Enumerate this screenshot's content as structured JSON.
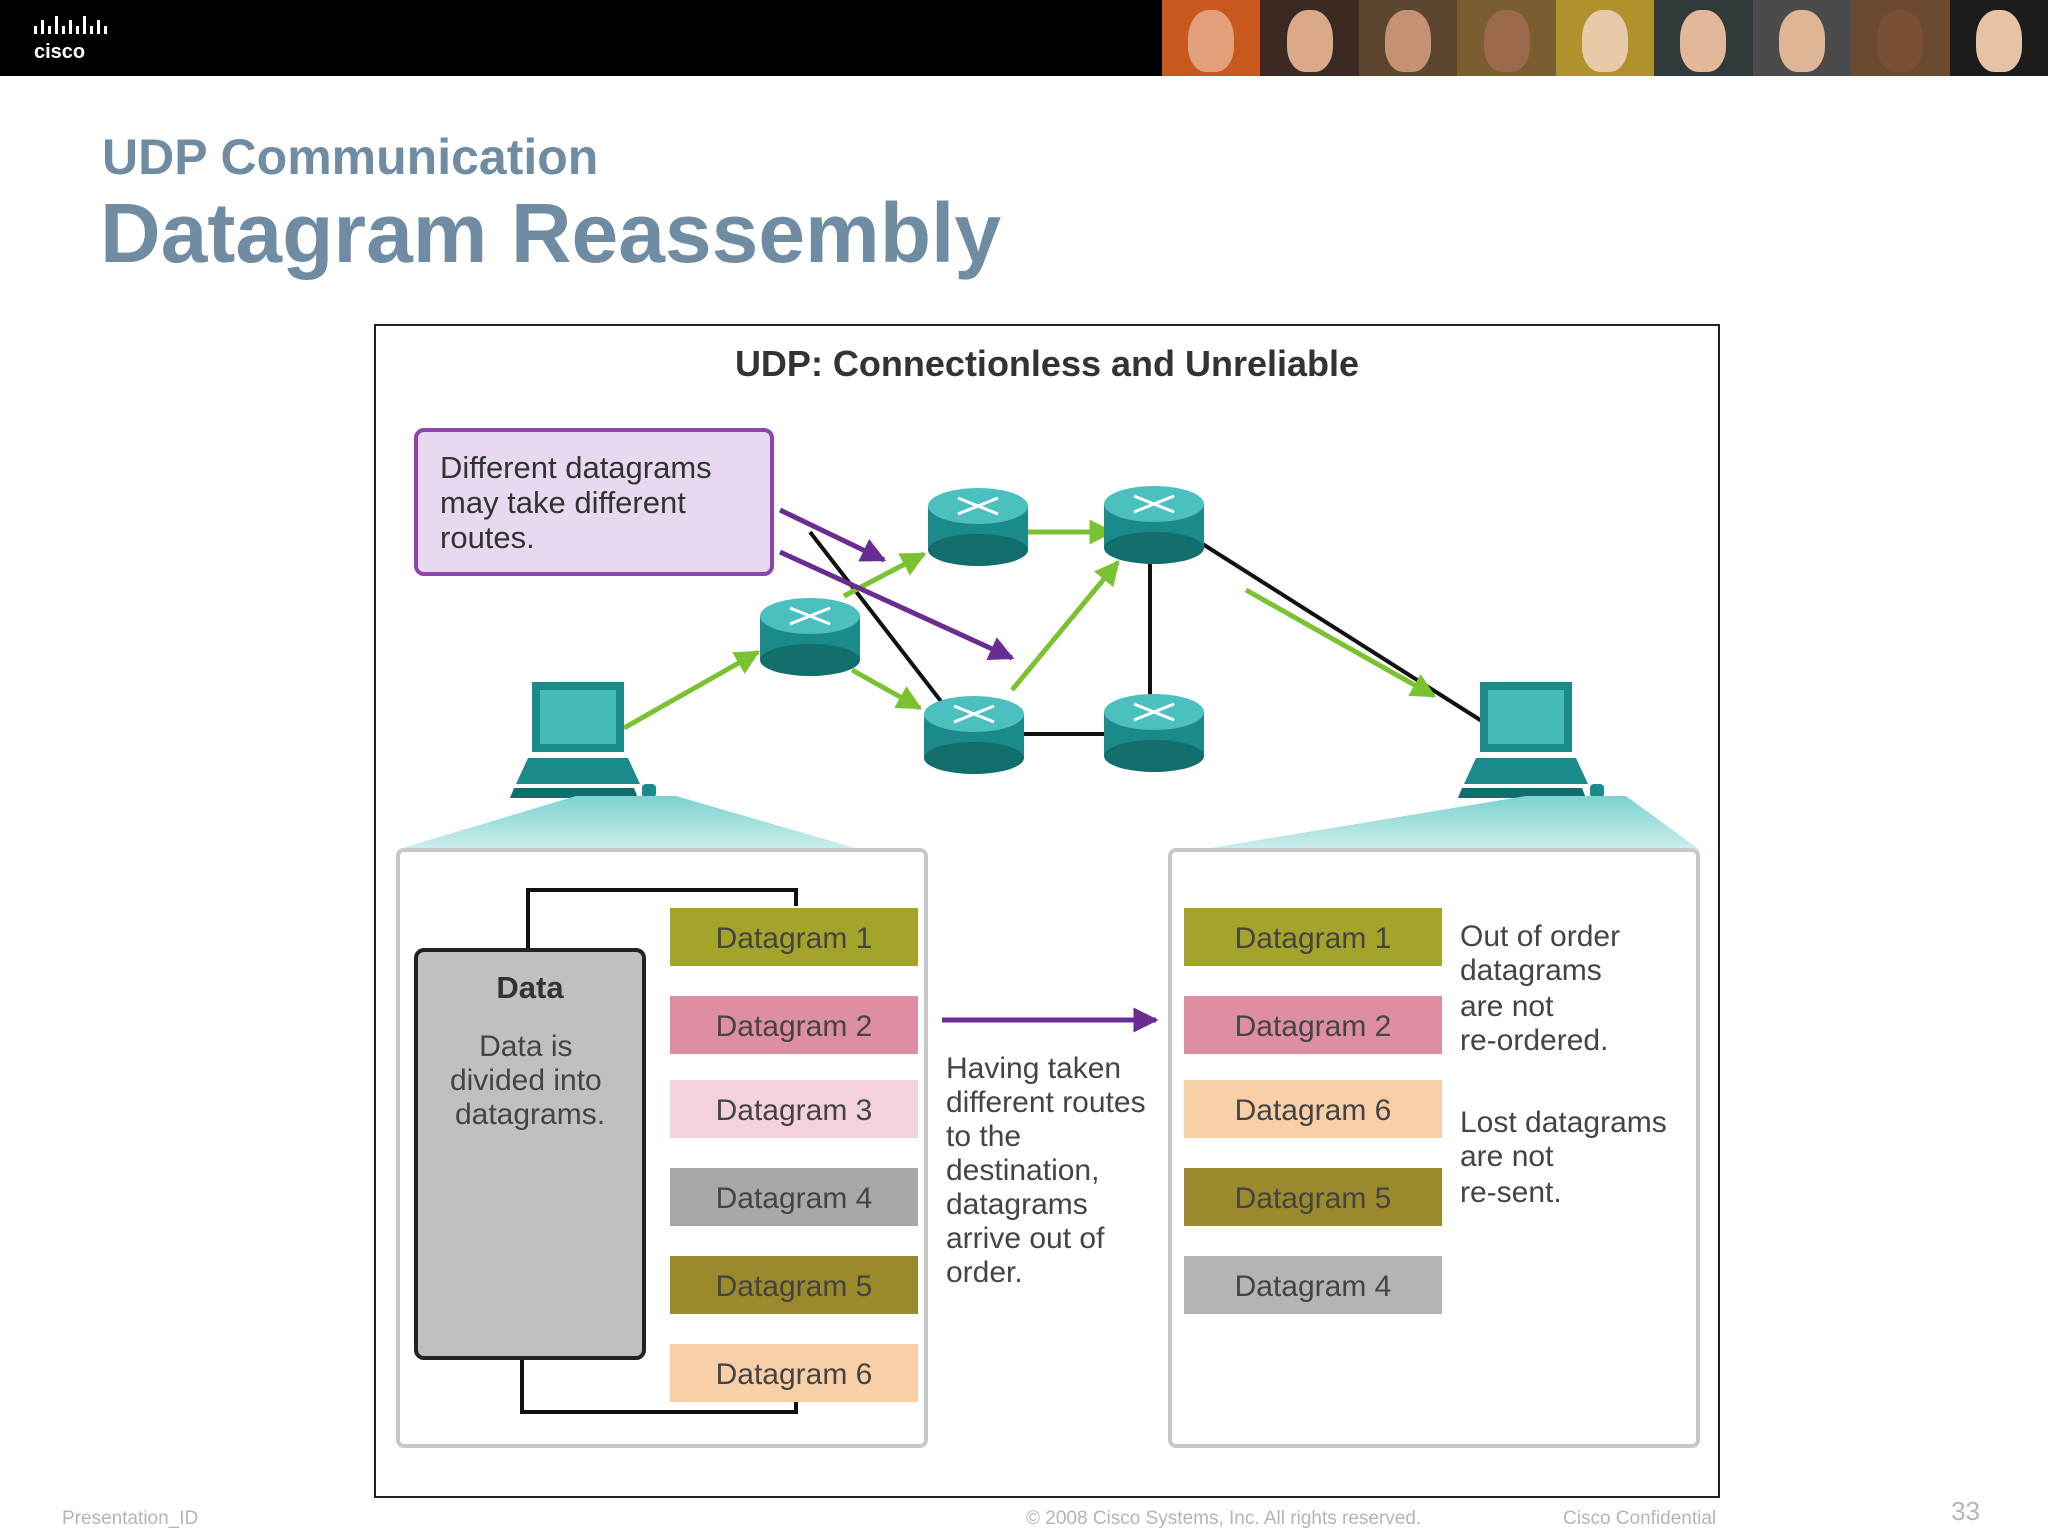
{
  "header": {
    "brand": "cisco"
  },
  "slide": {
    "subtitle": "UDP Communication",
    "title": "Datagram Reassembly"
  },
  "diagram": {
    "heading": "UDP: Connectionless and Unreliable",
    "callout": [
      "Different datagrams",
      "may take different",
      "routes."
    ],
    "source": {
      "data_title": "Data",
      "data_desc": [
        "Data is",
        "divided into",
        "datagrams."
      ],
      "datagrams": [
        {
          "label": "Datagram 1",
          "color": "#a4a42a"
        },
        {
          "label": "Datagram 2",
          "color": "#dd8ea3"
        },
        {
          "label": "Datagram 3",
          "color": "#f3d2dc"
        },
        {
          "label": "Datagram 4",
          "color": "#a8a8a8"
        },
        {
          "label": "Datagram 5",
          "color": "#9a8a2c"
        },
        {
          "label": "Datagram 6",
          "color": "#f9cfa8"
        }
      ]
    },
    "middle_text": [
      "Having taken",
      "different routes",
      "to the",
      "destination,",
      "datagrams",
      "arrive out of",
      "order."
    ],
    "destination": {
      "datagrams": [
        {
          "label": "Datagram 1",
          "color": "#a4a42a"
        },
        {
          "label": "Datagram 2",
          "color": "#dd8ea3"
        },
        {
          "label": "Datagram 6",
          "color": "#f9cfa8"
        },
        {
          "label": "Datagram 5",
          "color": "#9a8a2c"
        },
        {
          "label": "Datagram 4",
          "color": "#b4b4b4"
        }
      ],
      "note1": [
        "Out of order",
        "datagrams",
        "are not",
        "re-ordered."
      ],
      "note2": [
        "Lost datagrams",
        "are not",
        "re-sent."
      ]
    }
  },
  "footer": {
    "left": "Presentation_ID",
    "center": "© 2008 Cisco Systems, Inc. All rights reserved.",
    "right": "Cisco Confidential",
    "page": "33"
  },
  "colors": {
    "title": "#6f8ca3",
    "callout_fill": "#e7daf0",
    "callout_border": "#8e44ad",
    "purple_arrow": "#6a2c91",
    "green_arrow": "#7ac231",
    "device_teal": "#2a9b9b"
  },
  "icons": [
    "cisco-logo",
    "router-icon",
    "computer-icon"
  ]
}
